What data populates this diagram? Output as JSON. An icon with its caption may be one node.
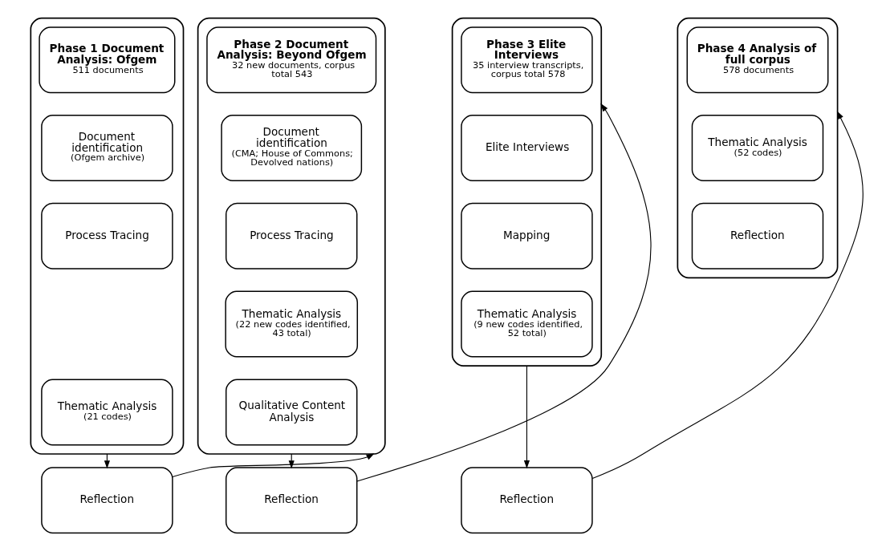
{
  "diagram": {
    "nodes": [
      {
        "text": [],
        "shape": "box"
      },
      {
        "text": [
          "Phase 1 Document Analysis: Ofgem",
          "511 documents"
        ],
        "in": 0
      },
      {
        "text": [
          "Document identification",
          "(Ofgem archive)"
        ],
        "in": 0
      },
      {
        "text": [
          "Process Tracing"
        ],
        "in": 0
      },
      {
        "text": [
          "Thematic Analysis",
          "(21 codes)"
        ],
        "in": 0
      },
      {
        "text": [
          "Reflection"
        ]
      },
      {
        "text": [],
        "shape": "box"
      },
      {
        "text": [
          "Phase 2 Document Analysis: Beyond Ofgem",
          "32 new documents, corpus total 543"
        ],
        "in": 6
      },
      {
        "text": [
          "Document identification",
          "(CMA; House of Commons; Devolved nations)"
        ],
        "in": 6
      },
      {
        "text": [
          "Process Tracing"
        ],
        "in": 6
      },
      {
        "text": [
          "Thematic Analysis",
          "(22 new codes identified, 43 total)"
        ],
        "in": 6
      },
      {
        "text": [
          "Qualitative Content Analysis"
        ],
        "in": 6
      },
      {
        "text": [
          "Reflection"
        ]
      },
      {
        "text": [],
        "shape": "box"
      },
      {
        "text": [
          "Phase 3 Elite Interviews",
          "35 interview transcripts, corpus total 578"
        ],
        "in": 13
      },
      {
        "text": [
          "Elite Interviews"
        ],
        "in": 13
      },
      {
        "text": [
          "Mapping"
        ],
        "in": 13
      },
      {
        "text": [
          "Thematic Analysis",
          "(9 new codes identified, 52 total)"
        ],
        "in": 13
      },
      {
        "text": [
          "Reflection"
        ]
      },
      {
        "text": [],
        "shape": "box"
      },
      {
        "text": [
          "Phase 4 Analysis of full corpus",
          "578 documents"
        ],
        "in": 19
      },
      {
        "text": [
          "Thematic Analysis",
          "(52 codes)"
        ],
        "in": 19
      },
      {
        "text": [
          "Reflection"
        ],
        "in": 19
      }
    ],
    "edges": [
      {
        "from": 0,
        "to": 5,
        "arrow": "to"
      },
      {
        "from": 5,
        "to": 6,
        "arrow": "to"
      },
      {
        "from": 6,
        "to": 12,
        "arrow": "to"
      },
      {
        "from": 12,
        "to": 13,
        "arrow": "to"
      },
      {
        "from": 13,
        "to": 18,
        "arrow": "to"
      },
      {
        "from": 18,
        "to": 19,
        "arrow": "to"
      }
    ]
  }
}
